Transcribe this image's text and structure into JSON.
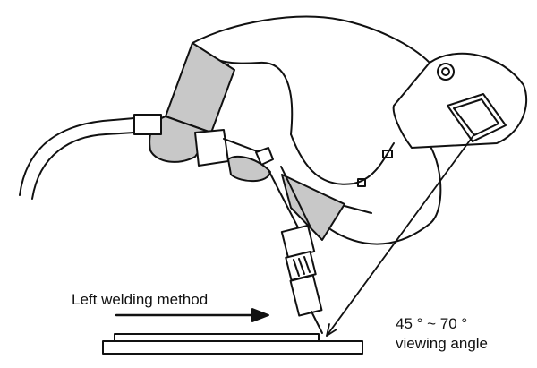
{
  "labels": {
    "method": "Left welding method",
    "angle_line1": "45 ° ~ 70 °",
    "angle_line2": "viewing angle"
  },
  "colors": {
    "stroke": "#111111",
    "glove_fill": "#c8c8c8",
    "background": "#ffffff"
  }
}
